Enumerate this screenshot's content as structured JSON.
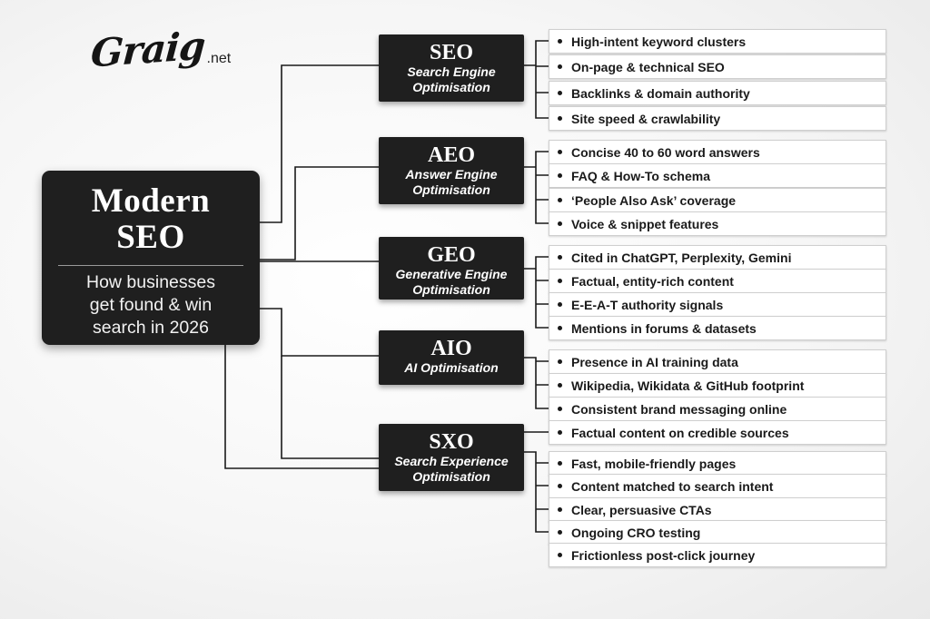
{
  "brand": {
    "script": "Graig",
    "suffix": ".net"
  },
  "main": {
    "title_line1": "Modern",
    "title_line2": "SEO",
    "subtitle_line1": "How businesses",
    "subtitle_line2": "get found & win",
    "subtitle_line3": "search in 2026"
  },
  "categories": [
    {
      "title": "SEO",
      "subtitle": "Search Engine Optimisation",
      "items": [
        "High-intent keyword clusters",
        "On-page & technical SEO",
        "Backlinks & domain authority",
        "Site speed & crawlability"
      ]
    },
    {
      "title": "AEO",
      "subtitle": "Answer Engine Optimisation",
      "items": [
        "Concise 40 to 60 word answers",
        "FAQ & How-To schema",
        "‘People Also Ask’ coverage",
        "Voice & snippet features"
      ]
    },
    {
      "title": "GEO",
      "subtitle": "Generative Engine Optimisation",
      "items": [
        "Cited in ChatGPT, Perplexity, Gemini",
        "Factual, entity-rich content",
        "E-E-A-T authority signals",
        "Mentions in forums & datasets"
      ]
    },
    {
      "title": "AIO",
      "subtitle": "AI Optimisation",
      "items": [
        "Presence in AI training data",
        "Wikipedia, Wikidata & GitHub footprint",
        "Consistent brand messaging online",
        "Factual content on credible sources"
      ]
    },
    {
      "title": "SXO",
      "subtitle": "Search Experience Optimisation",
      "items": [
        "Fast, mobile-friendly pages",
        "Content matched to search intent",
        "Clear, persuasive CTAs",
        "Ongoing CRO testing",
        "Frictionless post-click journey"
      ]
    }
  ]
}
